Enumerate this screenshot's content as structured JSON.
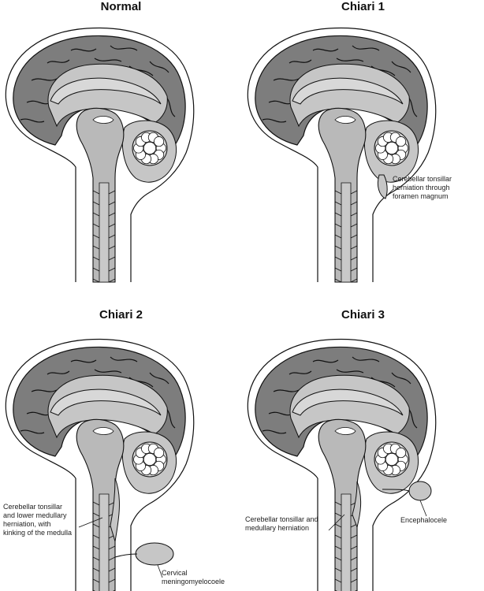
{
  "panels": [
    {
      "id": "normal",
      "title": "Normal"
    },
    {
      "id": "chiari1",
      "title": "Chiari 1",
      "annotations": [
        {
          "key": "tonsil",
          "text": "Cerebellar tonsillar\nherniation through\nforamen magnum"
        }
      ]
    },
    {
      "id": "chiari2",
      "title": "Chiari 2",
      "annotations": [
        {
          "key": "medulla",
          "text": "Cerebellar tonsillar\nand lower medullary\nherniation, with\nkinking of the medulla"
        },
        {
          "key": "meningo",
          "text": "Cervical\nmeningomyelocoele"
        }
      ]
    },
    {
      "id": "chiari3",
      "title": "Chiari 3",
      "annotations": [
        {
          "key": "herniation",
          "text": "Cerebellar tonsillar and\nmedullary herniation"
        },
        {
          "key": "encephalocele",
          "text": "Encephalocele"
        }
      ]
    }
  ],
  "colors": {
    "outline": "#111111",
    "cortex": "#7d7d7d",
    "white_matter": "#c6c6c6",
    "corpus": "#d8d8d8",
    "brainstem": "#b9b9b9",
    "csf": "#ffffff",
    "cord": "#c9c9c9"
  }
}
